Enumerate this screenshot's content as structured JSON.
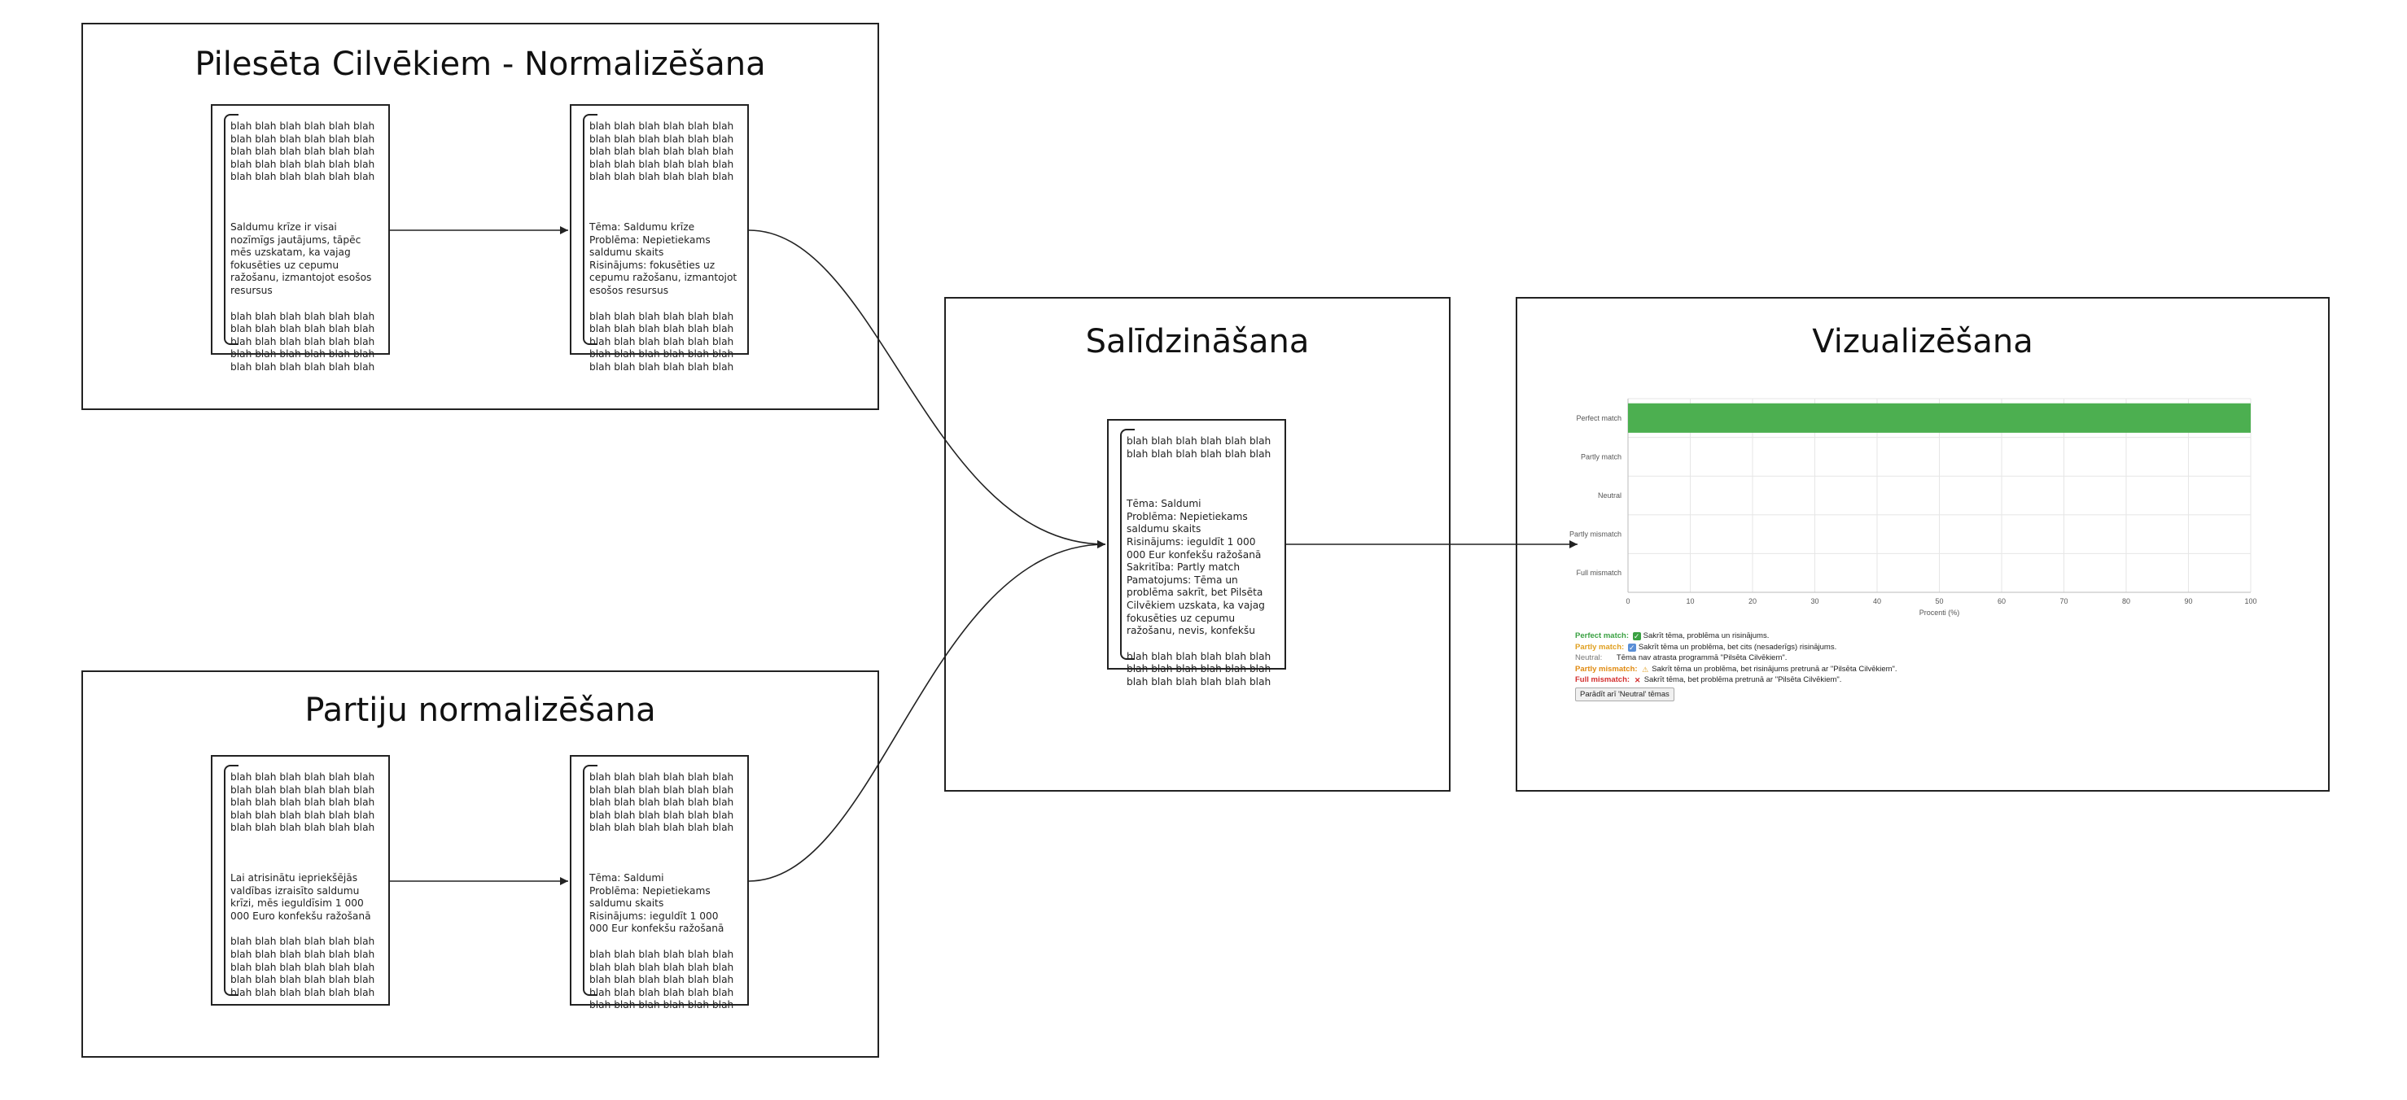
{
  "panels": {
    "city": {
      "title": "Pilesēta Cilvēkiem - Normalizēšana"
    },
    "party": {
      "title": "Partiju normalizēšana"
    },
    "compare": {
      "title": "Salīdzināšana"
    },
    "visual": {
      "title": "Vizualizēšana"
    }
  },
  "docs": {
    "city_input": {
      "top": "blah blah blah blah blah blah blah blah blah blah blah blah blah blah blah blah blah blah blah blah blah blah blah blah blah blah blah blah blah blah",
      "body": "Saldumu krīze ir visai nozīmīgs jautājums, tāpēc mēs uzskatam, ka vajag fokusēties uz cepumu ražošanu, izmantojot esošos resursus",
      "bottom": "blah blah blah blah blah blah blah blah blah blah blah blah blah blah blah blah blah blah blah blah blah blah blah blah blah blah blah blah blah blah"
    },
    "city_output": {
      "top": "blah blah blah blah blah blah blah blah blah blah blah blah blah blah blah blah blah blah blah blah blah blah blah blah blah blah blah blah blah blah",
      "body": "Tēma: Saldumu krīze\nProblēma: Nepietiekams saldumu skaits\nRisinājums: fokusēties uz cepumu ražošanu, izmantojot esošos resursus",
      "bottom": "blah blah blah blah blah blah blah blah blah blah blah blah blah blah blah blah blah blah blah blah blah blah blah blah blah blah blah blah blah blah"
    },
    "party_input": {
      "top": "blah blah blah blah blah blah blah blah blah blah blah blah blah blah blah blah blah blah blah blah blah blah blah blah blah blah blah blah blah blah",
      "body": "Lai atrisinātu iepriekšējās valdības izraisīto saldumu krīzi, mēs ieguldīsim 1 000 000 Euro konfekšu ražošanā",
      "bottom": "blah blah blah blah blah blah blah blah blah blah blah blah blah blah blah blah blah blah blah blah blah blah blah blah blah blah blah blah blah blah"
    },
    "party_output": {
      "top": "blah blah blah blah blah blah blah blah blah blah blah blah blah blah blah blah blah blah blah blah blah blah blah blah blah blah blah blah blah blah",
      "body": "Tēma: Saldumi\nProblēma: Nepietiekams saldumu skaits\nRisinājums: ieguldīt 1 000 000 Eur konfekšu ražošanā",
      "bottom": "blah blah blah blah blah blah blah blah blah blah blah blah blah blah blah blah blah blah blah blah blah blah blah blah blah blah blah blah blah blah"
    },
    "compare_doc": {
      "top": "blah blah blah blah blah blah blah blah blah blah blah blah",
      "body": "Tēma: Saldumi\nProblēma: Nepietiekams saldumu skaits\nRisinājums: ieguldīt 1 000 000 Eur konfekšu ražošanā\nSakritība: Partly match\nPamatojums: Tēma un problēma sakrīt, bet Pilsēta Cilvēkiem uzskata, ka vajag fokusēties uz cepumu ražošanu, nevis, konfekšu",
      "bottom": "blah blah blah blah blah blah blah blah blah blah blah blah blah blah blah blah blah blah"
    }
  },
  "chart_data": {
    "type": "bar",
    "orientation": "horizontal",
    "categories": [
      "Perfect match",
      "Partly match",
      "Neutral",
      "Partly mismatch",
      "Full mismatch"
    ],
    "values": [
      100,
      0,
      0,
      0,
      0
    ],
    "colors": [
      "#4caf50",
      "#4caf50",
      "#4caf50",
      "#4caf50",
      "#4caf50"
    ],
    "xlabel": "Procenti (%)",
    "ylabel": "",
    "xlim": [
      0,
      100
    ],
    "xticks": [
      "0",
      "10",
      "20",
      "30",
      "40",
      "50",
      "60",
      "70",
      "80",
      "90",
      "100"
    ],
    "grid": true
  },
  "legend": {
    "perfect": {
      "label": "Perfect match:",
      "icon": "✅",
      "text": "Sakrīt tēma, problēma un risinājums.",
      "color": "#3aa142"
    },
    "partly": {
      "label": "Partly match:",
      "icon": "☑️",
      "text": "Sakrīt tēma un problēma, bet cits (nesaderīgs) risinājums.",
      "color": "#e0a020"
    },
    "neutral": {
      "label": "Neutral:",
      "text": "Tēma nav atrasta programmā \"Pilsēta Cilvēkiem\".",
      "color": "#888888"
    },
    "partly_mismatch": {
      "label": "Partly mismatch:",
      "icon": "⚠️",
      "text": "Sakrīt tēma un problēma, bet risinājums pretrunā ar \"Pilsēta Cilvēkiem\".",
      "color": "#e08a10"
    },
    "full_mismatch": {
      "label": "Full mismatch:",
      "icon": "❌",
      "text": "Sakrīt tēma, bet problēma pretrunā ar \"Pilsēta Cilvēkiem\".",
      "color": "#d32f2f"
    },
    "button": "Parādīt arī 'Neutral' tēmas"
  }
}
